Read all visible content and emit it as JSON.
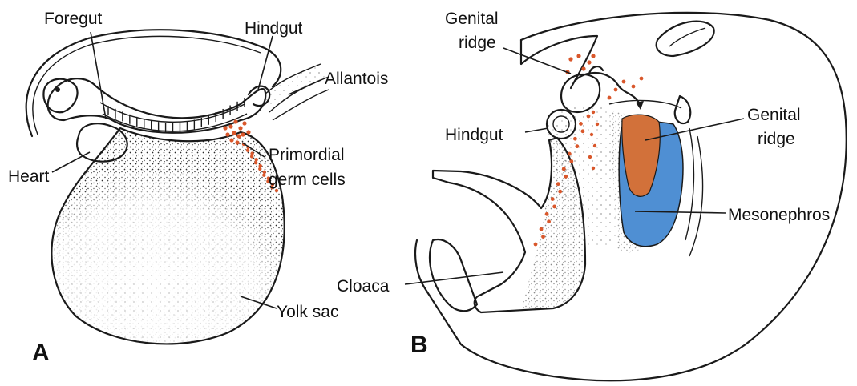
{
  "panel_a": {
    "letter": "A",
    "labels": {
      "foregut": "Foregut",
      "hindgut": "Hindgut",
      "allantois": "Allantois",
      "heart": "Heart",
      "primordial_1": "Primordial",
      "primordial_2": "germ cells",
      "yolk_sac": "Yolk sac"
    }
  },
  "panel_b": {
    "letter": "B",
    "labels": {
      "genital_ridge_top_1": "Genital",
      "genital_ridge_top_2": "ridge",
      "hindgut": "Hindgut",
      "genital_ridge_right_1": "Genital",
      "genital_ridge_right_2": "ridge",
      "mesonephros": "Mesonephros",
      "cloaca": "Cloaca"
    }
  },
  "colors": {
    "germ_cells": "#d9572b",
    "genital_ridge": "#d2713a",
    "mesonephros": "#4f8fd3",
    "stipple": "#2a2a2a",
    "ink": "#1a1a1a"
  }
}
